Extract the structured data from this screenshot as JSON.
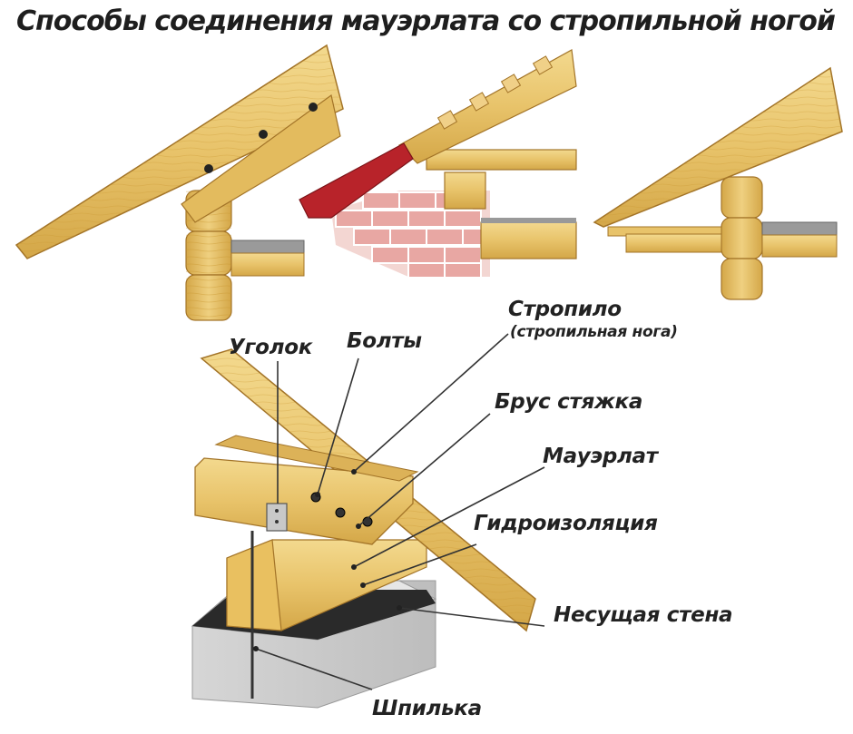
{
  "title": "Способы соединения  мауэрлата со стропильной ногой",
  "labels": {
    "angle": "Уголок",
    "bolts": "Болты",
    "rafter": "Стропило",
    "rafter_sub": "(стропильная нога)",
    "tie_beam": "Брус стяжка",
    "mauerlat": "Мауэрлат",
    "waterproofing": "Гидроизоляция",
    "bearing_wall": "Несущая стена",
    "stud": "Шпилька"
  },
  "colors": {
    "wood": "#e8c36a",
    "wood_dark": "#c9962f",
    "wood_light": "#f3d98e",
    "brick": "#e8a7a3",
    "roof_red": "#b8232a",
    "concrete": "#d9d9d9",
    "waterproof": "#2a2a2a",
    "insulation": "#9a9a9a"
  }
}
